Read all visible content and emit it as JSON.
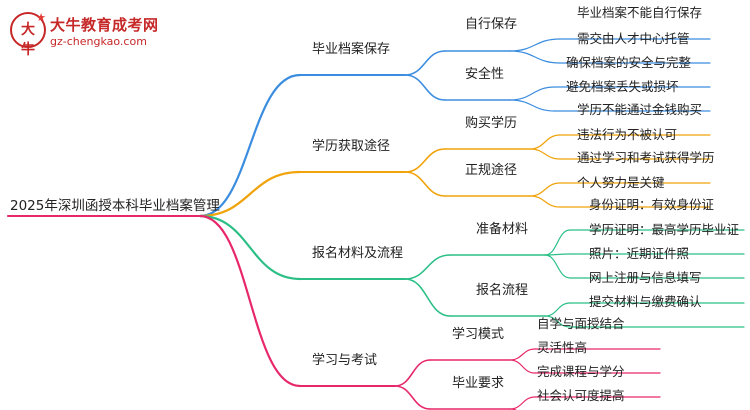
{
  "logo": {
    "mark": "大牛",
    "title": "大牛教育成考网",
    "url": "gz-chengkao.com"
  },
  "mindmap": {
    "root": "2025年深圳函授本科毕业档案管理",
    "branches": [
      {
        "label": "毕业档案保存",
        "color": "#3b8de0",
        "children": [
          {
            "label": "自行保存",
            "leaves": [
              "毕业档案不能自行保存",
              "需交由人才中心托管"
            ]
          },
          {
            "label": "安全性",
            "leaves": [
              "确保档案的安全与完整",
              "避免档案丢失或损坏"
            ]
          }
        ]
      },
      {
        "label": "学历获取途径",
        "color": "#f0a30a",
        "children": [
          {
            "label": "购买学历",
            "leaves": [
              "学历不能通过金钱购买",
              "违法行为不被认可"
            ]
          },
          {
            "label": "正规途径",
            "leaves": [
              "通过学习和考试获得学历",
              "个人努力是关键"
            ]
          }
        ]
      },
      {
        "label": "报名材料及流程",
        "color": "#2bbf86",
        "children": [
          {
            "label": "准备材料",
            "leaves": [
              "身份证明：有效身份证",
              "学历证明：最高学历毕业证",
              "照片：近期证件照"
            ]
          },
          {
            "label": "报名流程",
            "leaves": [
              "网上注册与信息填写",
              "提交材料与缴费确认"
            ]
          }
        ]
      },
      {
        "label": "学习与考试",
        "color": "#e8276b",
        "children": [
          {
            "label": "学习模式",
            "leaves": [
              "自学与面授结合",
              "灵活性高"
            ]
          },
          {
            "label": "毕业要求",
            "leaves": [
              "完成课程与学分",
              "社会认可度提高"
            ]
          }
        ]
      }
    ]
  }
}
